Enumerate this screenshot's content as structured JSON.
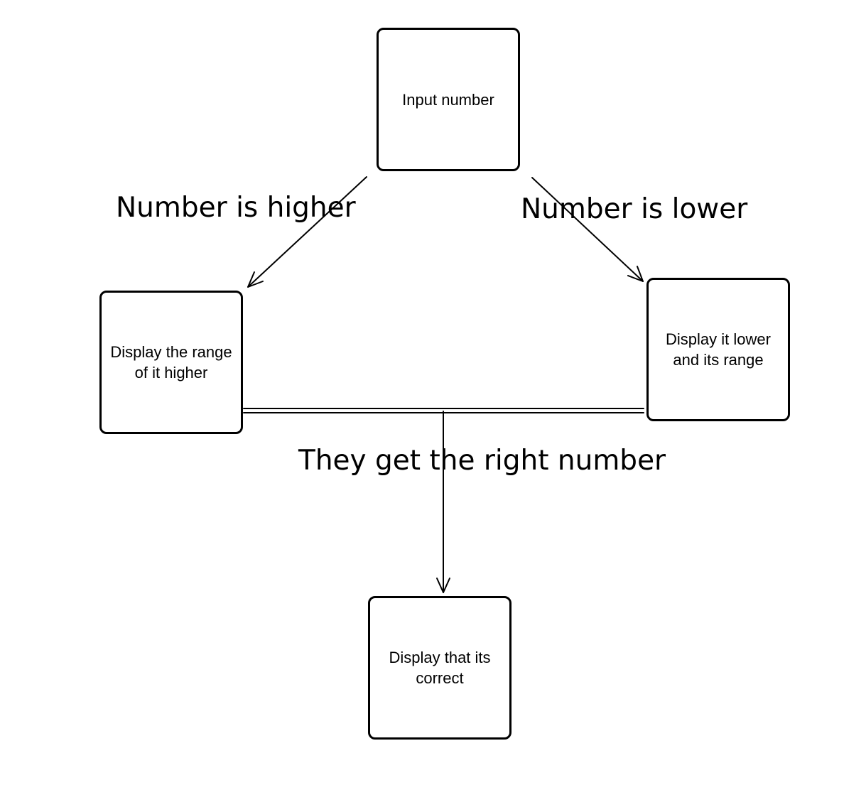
{
  "nodes": {
    "input": {
      "label": "Input number"
    },
    "higher": {
      "label": "Display the range\nof it higher"
    },
    "lower": {
      "label": "Display it lower\nand its range"
    },
    "correct": {
      "label": "Display that its\ncorrect"
    }
  },
  "edges": {
    "higher": {
      "label": "Number is higher"
    },
    "lower": {
      "label": "Number is lower"
    },
    "correct": {
      "label": "They get the right number"
    }
  },
  "colors": {
    "stroke": "#000000",
    "background": "#ffffff"
  }
}
